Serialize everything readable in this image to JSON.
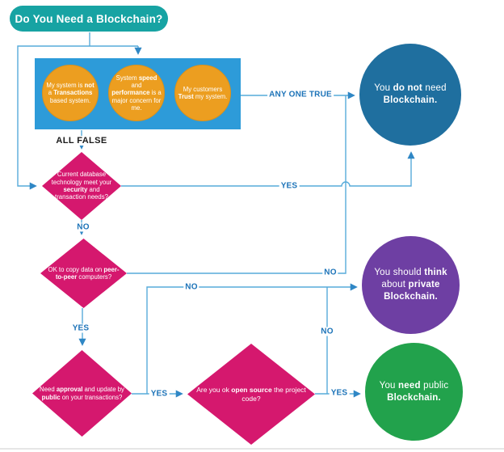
{
  "title": "Do You Need a Blockchain?",
  "colors": {
    "title_bg": "#17A3A3",
    "panel_bg": "#2D9BD9",
    "condition_bg": "#EC9E20",
    "decision_bg": "#D5186E",
    "outcome_no_bg": "#1F6F9F",
    "outcome_private_bg": "#6E3FA3",
    "outcome_public_bg": "#22A24C",
    "connector_line": "#57ABDA",
    "edge_label_blue": "#1C73B8",
    "edge_label_dark": "#1A1A1A"
  },
  "conditions": [
    {
      "segments": [
        {
          "t": "My system is "
        },
        {
          "t": "not",
          "b": true
        },
        {
          "t": " a "
        },
        {
          "t": "Transactions",
          "b": true
        },
        {
          "t": " based system."
        }
      ]
    },
    {
      "segments": [
        {
          "t": "System "
        },
        {
          "t": "speed",
          "b": true
        },
        {
          "t": " and "
        },
        {
          "t": "performance",
          "b": true
        },
        {
          "t": " is a major concern for me."
        }
      ]
    },
    {
      "segments": [
        {
          "t": "My customers "
        },
        {
          "t": "Trust",
          "b": true
        },
        {
          "t": " my system."
        }
      ]
    }
  ],
  "decisions": {
    "database": {
      "segments": [
        {
          "t": "Current database technology meet your "
        },
        {
          "t": "security",
          "b": true
        },
        {
          "t": " and transaction needs?"
        }
      ]
    },
    "peer_to_peer": {
      "segments": [
        {
          "t": "OK to copy data on "
        },
        {
          "t": "peer-to-peer",
          "b": true
        },
        {
          "t": " computers?"
        }
      ]
    },
    "approval": {
      "segments": [
        {
          "t": "Need "
        },
        {
          "t": "approval",
          "b": true
        },
        {
          "t": " and update by "
        },
        {
          "t": "public",
          "b": true
        },
        {
          "t": " on your transactions?"
        }
      ]
    },
    "open_source": {
      "segments": [
        {
          "t": "Are you ok "
        },
        {
          "t": "open source",
          "b": true
        },
        {
          "t": " the project code?"
        }
      ]
    }
  },
  "outcomes": {
    "no_blockchain": {
      "segments": [
        {
          "t": "You "
        },
        {
          "t": "do not",
          "b": true
        },
        {
          "t": " need "
        },
        {
          "t": "Blockchain.",
          "b": true
        }
      ]
    },
    "private_blockchain": {
      "segments": [
        {
          "t": "You should "
        },
        {
          "t": "think",
          "b": true
        },
        {
          "t": " about "
        },
        {
          "t": "private",
          "b": true
        },
        {
          "t": " "
        },
        {
          "t": "Blockchain.",
          "b": true
        }
      ]
    },
    "public_blockchain": {
      "segments": [
        {
          "t": "You "
        },
        {
          "t": "need",
          "b": true
        },
        {
          "t": " public "
        },
        {
          "t": "Blockchain.",
          "b": true
        }
      ]
    }
  },
  "edge_labels": {
    "all_false": "ALL FALSE",
    "any_one_true": "ANY ONE TRUE",
    "d1_yes": "YES",
    "d1_no": "NO",
    "d2_no": "NO",
    "d2_yes": "YES",
    "d3_no": "NO",
    "d3_yes": "YES",
    "d4_no": "NO",
    "d4_yes": "YES"
  }
}
